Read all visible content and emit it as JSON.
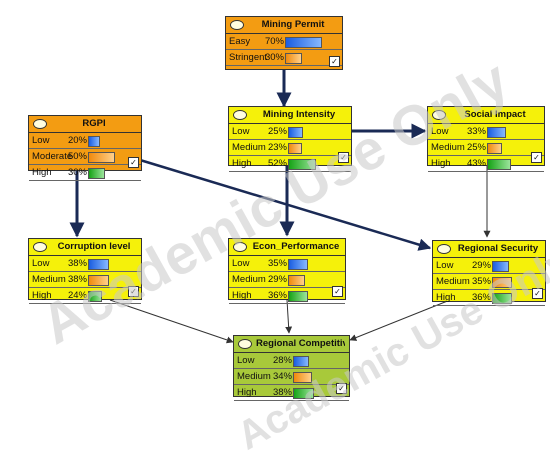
{
  "watermark": {
    "text1": "Academic Use Only",
    "text2": "Academic Use Only"
  },
  "nodes": {
    "mining_permit": {
      "title": "Mining Permit",
      "states": [
        {
          "label": "Easy",
          "value": "70%",
          "p": 70,
          "kind": "low"
        },
        {
          "label": "Stringent",
          "value": "30%",
          "p": 30,
          "kind": "med"
        }
      ]
    },
    "rgpi": {
      "title": "RGPI",
      "states": [
        {
          "label": "Low",
          "value": "20%",
          "p": 20,
          "kind": "low"
        },
        {
          "label": "Moderate",
          "value": "50%",
          "p": 50,
          "kind": "med"
        },
        {
          "label": "High",
          "value": "30%",
          "p": 30,
          "kind": "high"
        }
      ]
    },
    "mining_intensity": {
      "title": "Mining Intensity",
      "states": [
        {
          "label": "Low",
          "value": "25%",
          "p": 25,
          "kind": "low"
        },
        {
          "label": "Medium",
          "value": "23%",
          "p": 23,
          "kind": "med"
        },
        {
          "label": "High",
          "value": "52%",
          "p": 52,
          "kind": "high"
        }
      ]
    },
    "social_impact": {
      "title": "Social Impact",
      "states": [
        {
          "label": "Low",
          "value": "33%",
          "p": 33,
          "kind": "low"
        },
        {
          "label": "Medium",
          "value": "25%",
          "p": 25,
          "kind": "med"
        },
        {
          "label": "High",
          "value": "43%",
          "p": 43,
          "kind": "high"
        }
      ]
    },
    "corruption_level": {
      "title": "Corruption level",
      "states": [
        {
          "label": "Low",
          "value": "38%",
          "p": 38,
          "kind": "low"
        },
        {
          "label": "Medium",
          "value": "38%",
          "p": 38,
          "kind": "med"
        },
        {
          "label": "High",
          "value": "24%",
          "p": 24,
          "kind": "high"
        }
      ]
    },
    "econ_performance": {
      "title": "Econ_Performance",
      "states": [
        {
          "label": "Low",
          "value": "35%",
          "p": 35,
          "kind": "low"
        },
        {
          "label": "Medium",
          "value": "29%",
          "p": 29,
          "kind": "med"
        },
        {
          "label": "High",
          "value": "36%",
          "p": 36,
          "kind": "high"
        }
      ]
    },
    "regional_security": {
      "title": "Regional Security",
      "states": [
        {
          "label": "Low",
          "value": "29%",
          "p": 29,
          "kind": "low"
        },
        {
          "label": "Medium",
          "value": "35%",
          "p": 35,
          "kind": "med"
        },
        {
          "label": "High",
          "value": "36%",
          "p": 36,
          "kind": "high"
        }
      ]
    },
    "regional_competitiveness": {
      "title": "Regional Competitiv...",
      "states": [
        {
          "label": "Low",
          "value": "28%",
          "p": 28,
          "kind": "low"
        },
        {
          "label": "Medium",
          "value": "34%",
          "p": 34,
          "kind": "med"
        },
        {
          "label": "High",
          "value": "38%",
          "p": 38,
          "kind": "high"
        }
      ]
    }
  },
  "colors": {
    "orange": "#f39c12",
    "yellow": "#f5f10a",
    "green": "#a8c93a",
    "edge": "#1a2a55"
  },
  "edges": [
    {
      "from": "mining_permit",
      "to": "mining_intensity",
      "style": "thick"
    },
    {
      "from": "rgpi",
      "to": "corruption_level",
      "style": "thick"
    },
    {
      "from": "rgpi",
      "to": "regional_security",
      "style": "thick"
    },
    {
      "from": "mining_intensity",
      "to": "social_impact",
      "style": "thick"
    },
    {
      "from": "mining_intensity",
      "to": "econ_performance",
      "style": "thick"
    },
    {
      "from": "social_impact",
      "to": "regional_security",
      "style": "thin"
    },
    {
      "from": "corruption_level",
      "to": "regional_competitiveness",
      "style": "thin"
    },
    {
      "from": "econ_performance",
      "to": "regional_competitiveness",
      "style": "thin"
    },
    {
      "from": "regional_security",
      "to": "regional_competitiveness",
      "style": "thin"
    }
  ]
}
